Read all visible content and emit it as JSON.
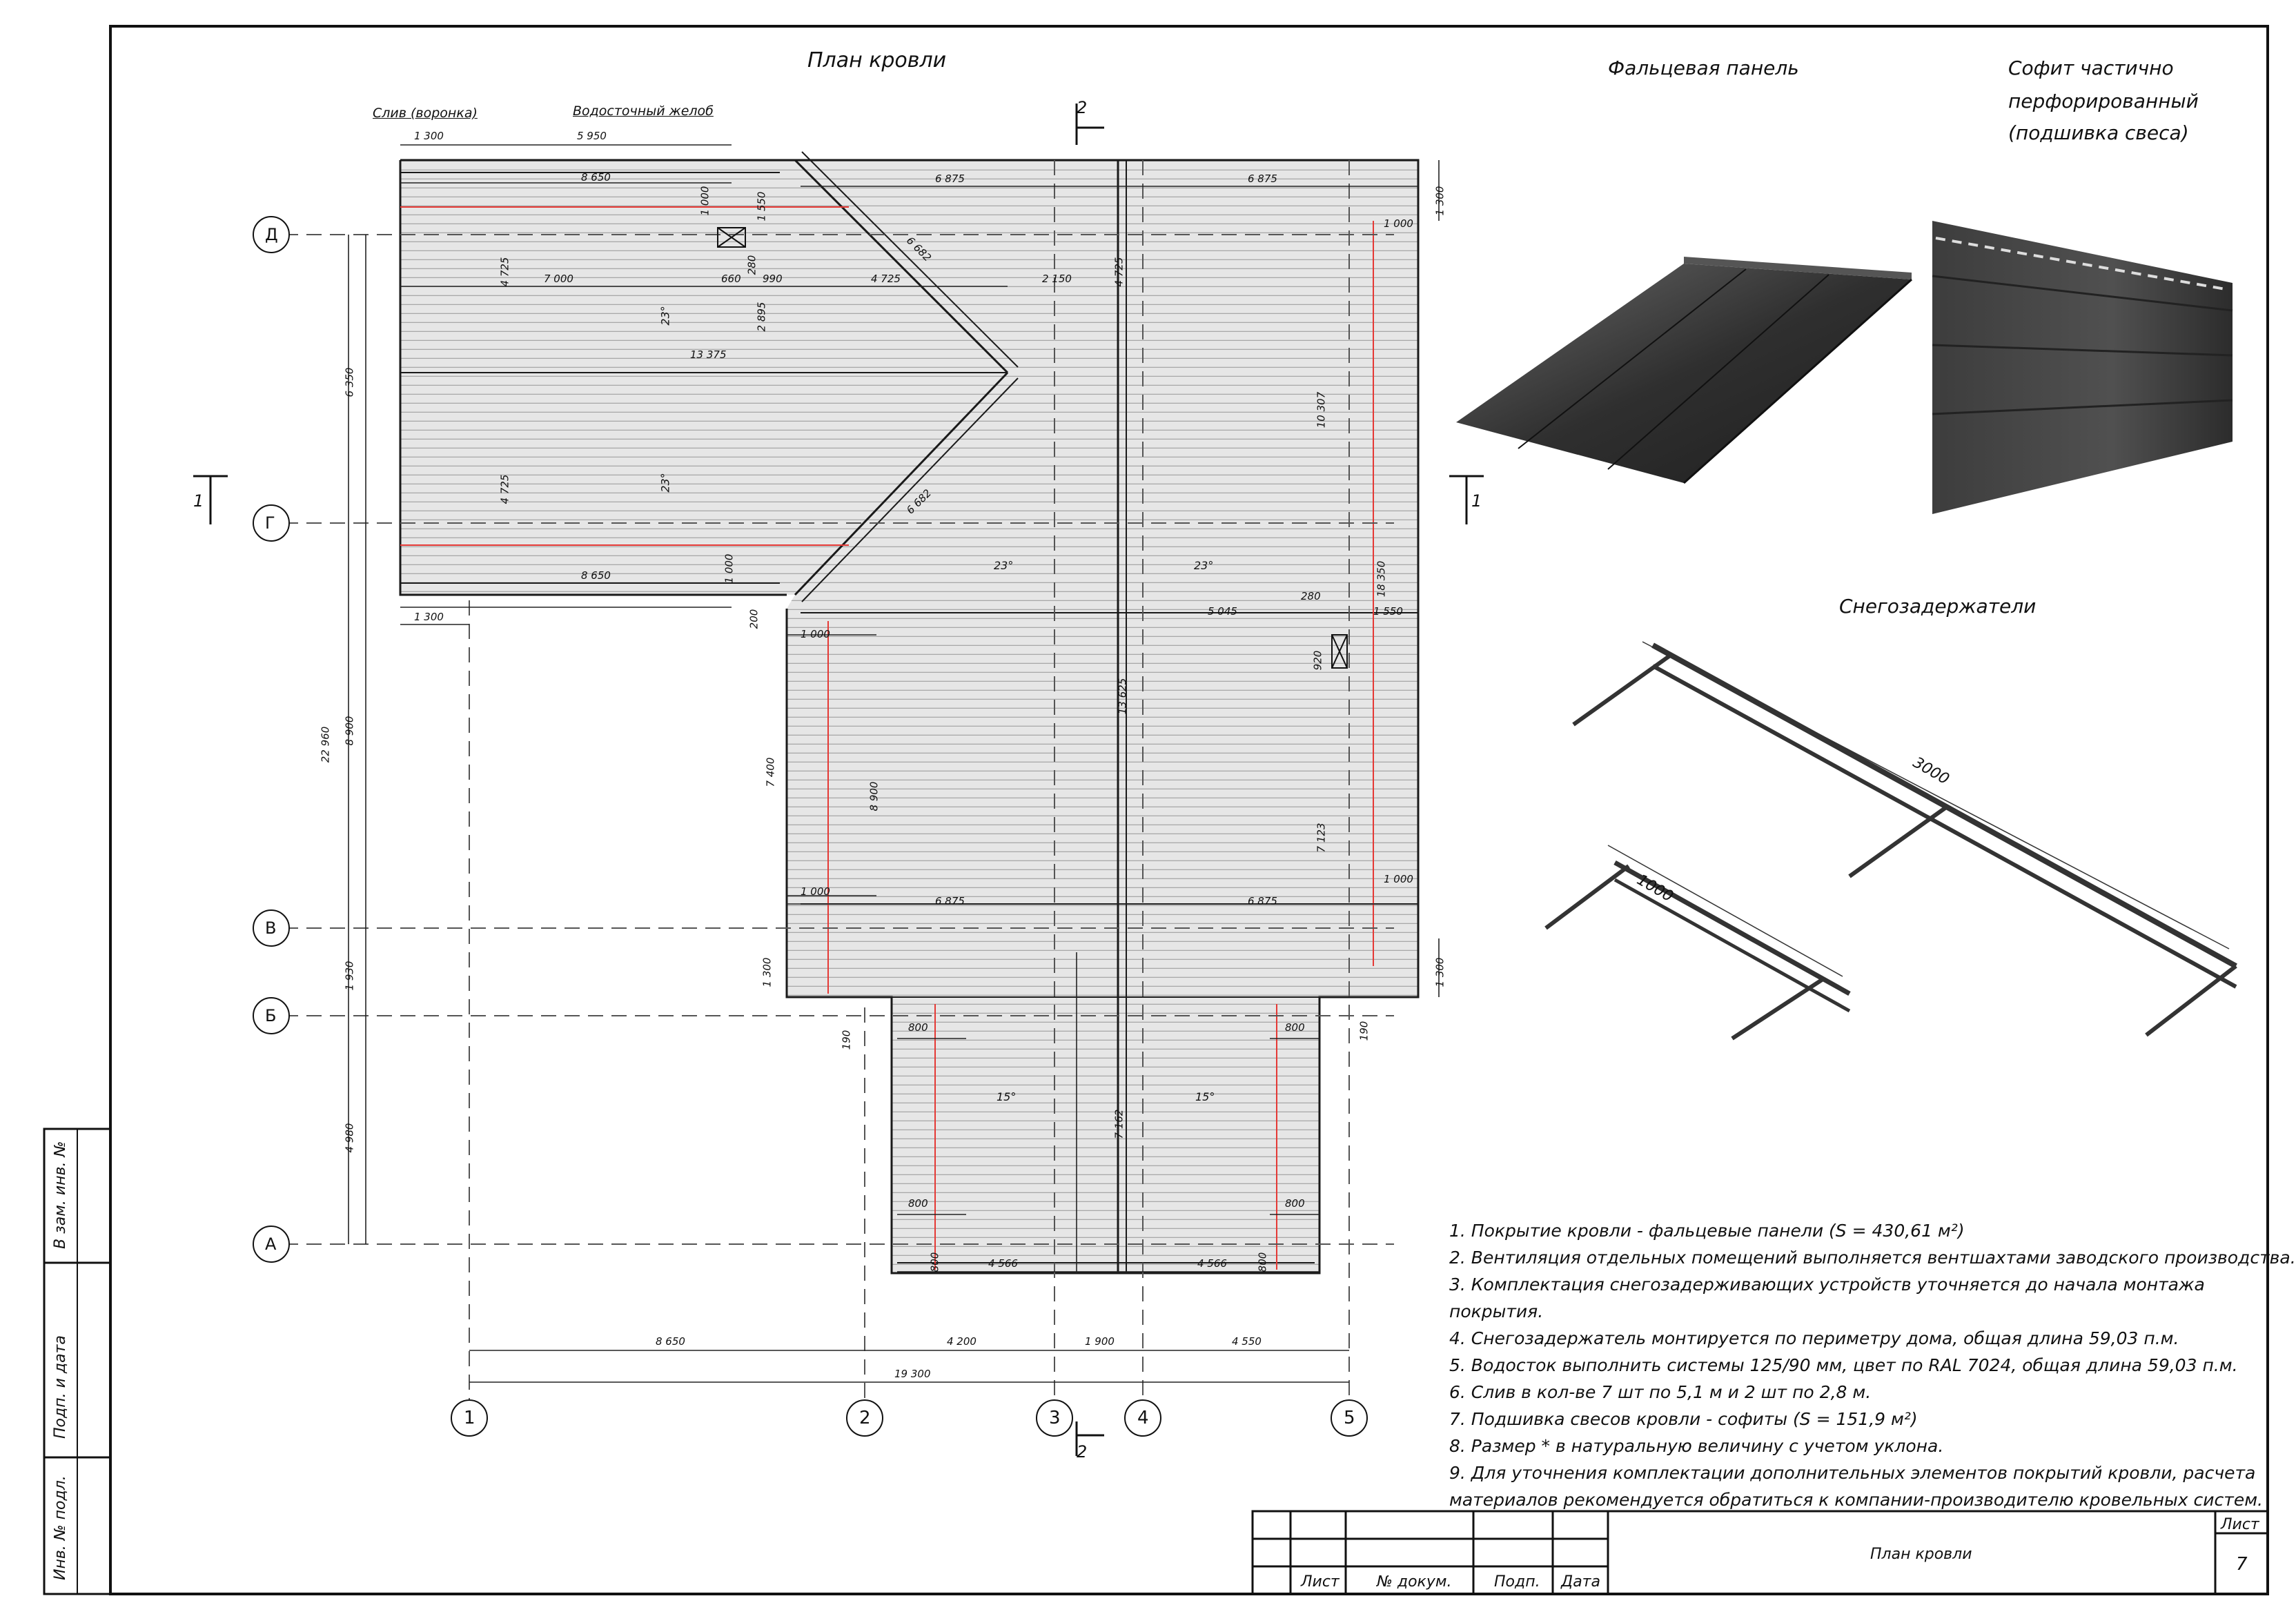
{
  "titles": {
    "plan": "План кровли",
    "panel": "Фальцевая панель",
    "soffit_l1": "Софит частично",
    "soffit_l2": "перфорированный",
    "soffit_l3": "(подшивка свеса)",
    "snow": "Снегозадержатели"
  },
  "callouts": {
    "drain": "Слив (воронка)",
    "gutter": "Водосточный желоб"
  },
  "sections": {
    "s1": "1",
    "s2": "2"
  },
  "axes_letters": [
    "Д",
    "Г",
    "В",
    "Б",
    "А"
  ],
  "axes_numbers": [
    "1",
    "2",
    "3",
    "4",
    "5"
  ],
  "dims": {
    "d1300a": "1 300",
    "d5950": "5 950",
    "d8650a": "8 650",
    "d1000a": "1 000",
    "d1550a": "1 550",
    "d6875a": "6 875",
    "d6875b": "6 875",
    "d1300r": "1 300",
    "d1000b": "1 000",
    "d6682a": "6 682",
    "d6682b": "6 682",
    "d4725a": "4 725",
    "d7000": "7 000",
    "d660": "660",
    "d990": "990",
    "d280a": "280",
    "d4725b": "4 725",
    "d2150": "2 150",
    "d4725c": "4 725",
    "d2895": "2 895",
    "d13375": "13 375",
    "d6350": "6 350",
    "d4725d": "4 725",
    "d10307": "10 307",
    "d8650b": "8 650",
    "d1000c": "1 000",
    "d1300b": "1 300",
    "d200": "200",
    "d5045": "5 045",
    "d280b": "280",
    "d1550b": "1 550",
    "d18350": "18 350",
    "d1000d": "1 000",
    "d920": "920",
    "d13625": "13 625",
    "d22960": "22 960",
    "d8900a": "8 900",
    "d7400": "7 400",
    "d8900b": "8 900",
    "d7123": "7 123",
    "d1000e": "1 000",
    "d1000f": "1 000",
    "d6875c": "6 875",
    "d6875d": "6 875",
    "d1930": "1 930",
    "d1300c": "1 300",
    "d1300d": "1 300",
    "d190a": "190",
    "d190b": "190",
    "d800a": "800",
    "d800b": "800",
    "d4980": "4 980",
    "d7162": "7 162",
    "d800c": "800",
    "d800d": "800",
    "d800e": "800",
    "d800f": "800",
    "d4566a": "4 566",
    "d4566b": "4 566",
    "b8650": "8 650",
    "b4200": "4 200",
    "b1900": "1 900",
    "b4550": "4 550",
    "b19300": "19 300",
    "snow3000": "3000",
    "snow1000": "1000"
  },
  "slopes": {
    "s23a": "23°",
    "s23b": "23°",
    "s23c": "23°",
    "s23d": "23°",
    "s15a": "15°",
    "s15b": "15°"
  },
  "notes": [
    "1. Покрытие кровли - фальцевые панели (S = 430,61 м²)",
    "2. Вентиляция отдельных помещений выполняется вентшахтами заводского производства.",
    "3. Комплектация снегозадерживающих устройств уточняется до начала монтажа",
    "покрытия.",
    "4. Снегозадержатель монтируется по периметру дома, общая длина 59,03 п.м.",
    "5. Водосток выполнить системы 125/90 мм, цвет по RAL 7024, общая длина 59,03 п.м.",
    "6. Слив в кол-ве 7 шт по 5,1 м и 2 шт по 2,8 м.",
    "7. Подшивка свесов кровли - софиты (S = 151,9 м²)",
    "8. Размер * в натуральную величину с учетом уклона.",
    "9. Для уточнения комплектации дополнительных элементов покрытий кровли, расчета",
    "материалов рекомендуется обратиться к компании-производителю кровельных систем."
  ],
  "side_stamps": [
    "В зам. инв. №",
    "Подп. и дата",
    "Инв. № подл."
  ],
  "title_block": {
    "sheet_name": "План кровли",
    "col_list": "Лист",
    "col_doc": "№ докум.",
    "col_sign": "Подп.",
    "col_date": "Дата",
    "sheet_label": "Лист",
    "sheet_num": "7"
  },
  "colors": {
    "line": "#1a1a1a",
    "red": "#e53935",
    "roof": "#e6e6e6",
    "panel_dark": "#3a3a3a"
  }
}
